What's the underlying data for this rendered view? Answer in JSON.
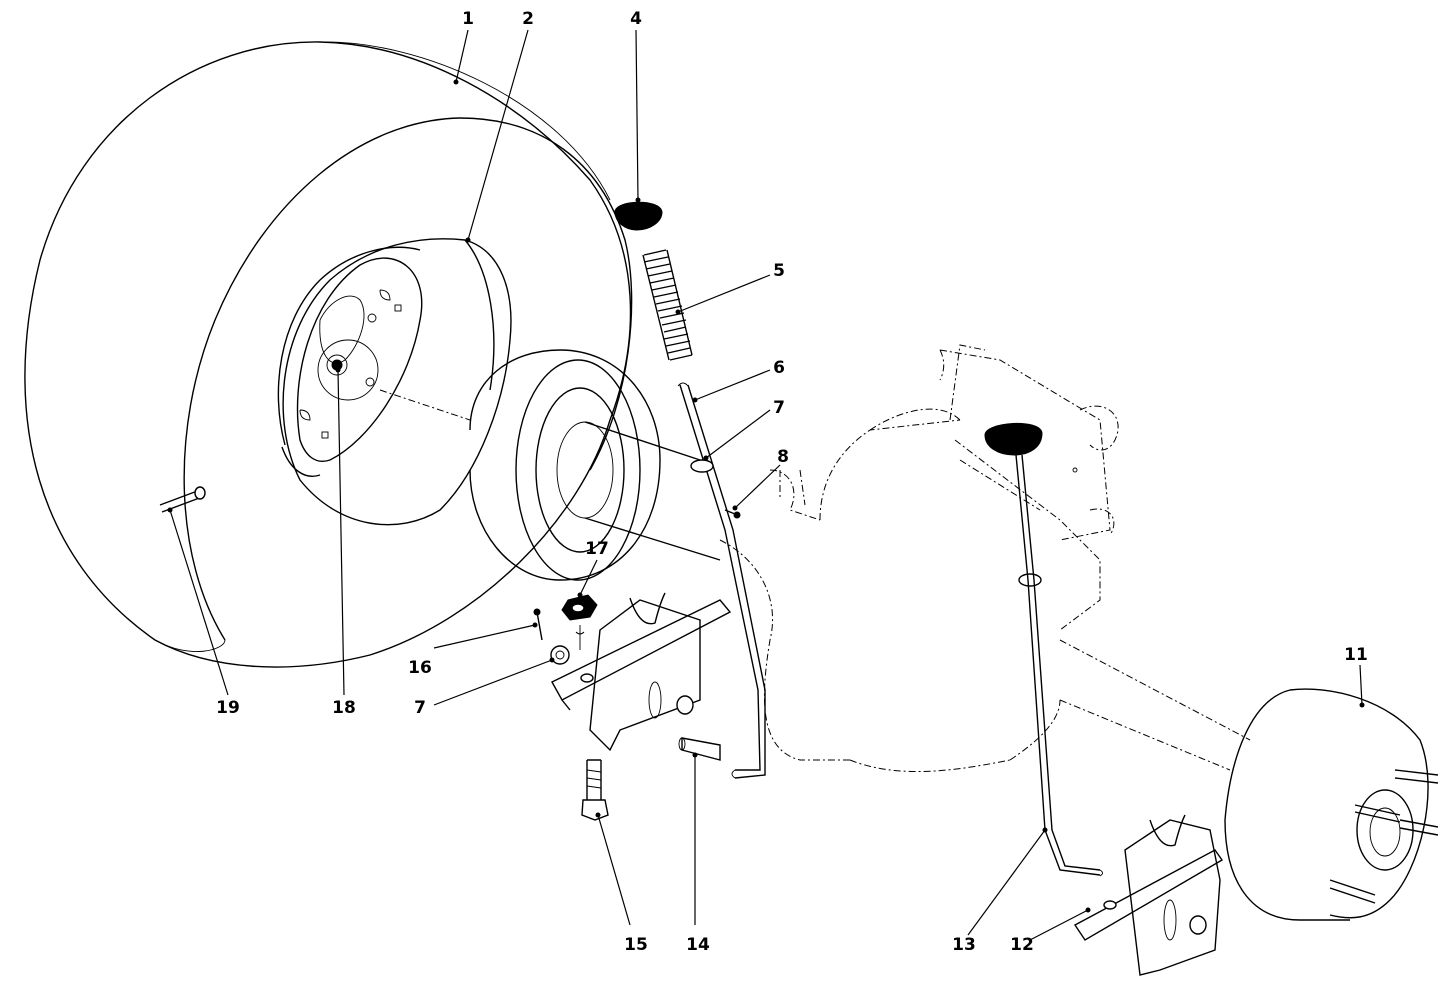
{
  "callouts": {
    "c1": "1",
    "c2": "2",
    "c4": "4",
    "c5": "5",
    "c6": "6",
    "c7a": "7",
    "c8": "8",
    "c11": "11",
    "c12": "12",
    "c13": "13",
    "c14": "14",
    "c15": "15",
    "c16": "16",
    "c17": "17",
    "c7b": "7",
    "c18": "18",
    "c19": "19"
  }
}
